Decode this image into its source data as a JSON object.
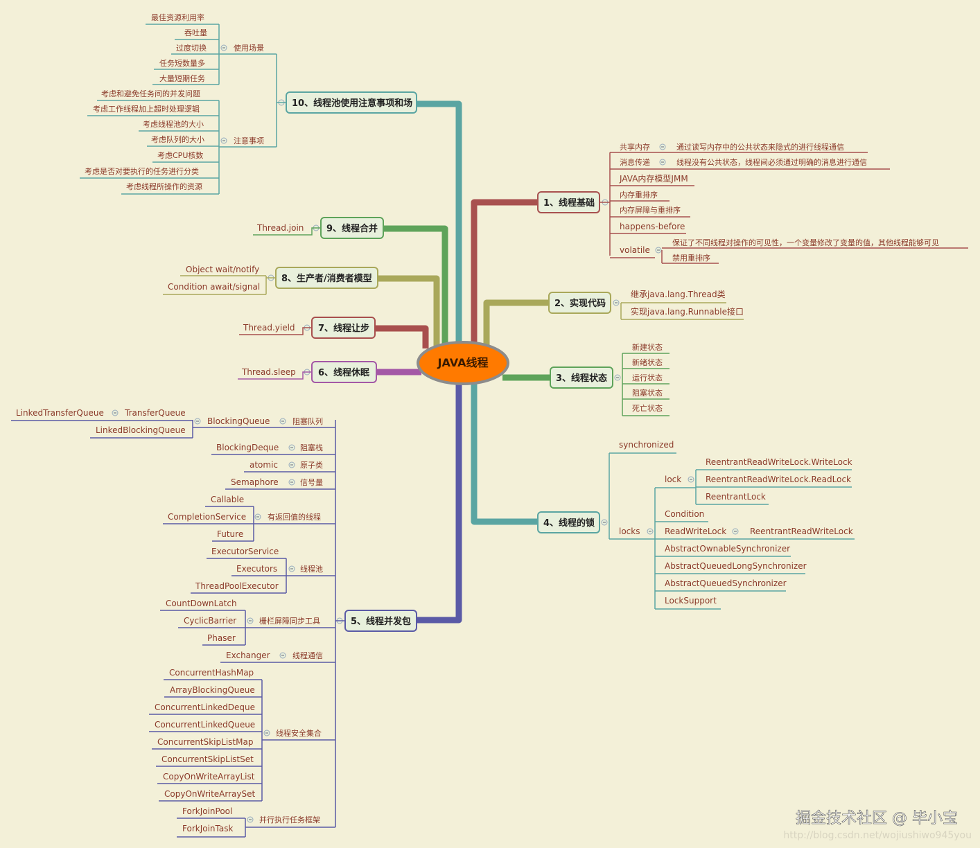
{
  "root": {
    "label": "JAVA线程"
  },
  "topics": {
    "t1": {
      "label": "1、线程基础",
      "color": "#a8514f"
    },
    "t2": {
      "label": "2、实现代码",
      "color": "#a9a85a"
    },
    "t3": {
      "label": "3、线程状态",
      "color": "#5ea35a"
    },
    "t4": {
      "label": "4、线程的锁",
      "color": "#5aa5a2"
    },
    "t5": {
      "label": "5、线程并发包",
      "color": "#5a5aa6"
    },
    "t6": {
      "label": "6、线程休眠",
      "color": "#a458a6"
    },
    "t7": {
      "label": "7、线程让步",
      "color": "#a84f4d"
    },
    "t8": {
      "label": "8、生产者/消费者模型",
      "color": "#a9a85a"
    },
    "t9": {
      "label": "9、线程合并",
      "color": "#5ea35a"
    },
    "t10": {
      "label": "10、线程池使用注意事项和场",
      "color": "#5aa5a2"
    }
  },
  "nodes": {
    "shared_mem": "共享内存",
    "shared_mem_desc": "通过读写内存中的公共状态来隐式的进行线程通信",
    "msg": "消息传递",
    "msg_desc": "线程没有公共状态，线程间必须通过明确的消息进行通信",
    "jmm": "JAVA内存模型JMM",
    "reorder": "内存重排序",
    "barrier": "内存屏障与重排序",
    "hb": "happens-before",
    "volatile": "volatile",
    "vol_desc": "保证了不同线程对操作的可见性，一个变量修改了变量的值，其他线程能够可见",
    "vol_reorder": "禁用重排序",
    "impl_thread": "继承java.lang.Thread类",
    "impl_runnable": "实现java.lang.Runnable接口",
    "st_new": "新建状态",
    "st_ready": "新绪状态",
    "st_run": "运行状态",
    "st_block": "阻塞状态",
    "st_dead": "死亡状态",
    "sync": "synchronized",
    "lock": "lock",
    "rrwl_write": "ReentrantReadWriteLock.WriteLock",
    "rrwl_read": "ReentrantReadWriteLock.ReadLock",
    "reentrant": "ReentrantLock",
    "locks": "locks",
    "condition": "Condition",
    "rwlock": "ReadWriteLock",
    "rrwl": "ReentrantReadWriteLock",
    "aos": "AbstractOwnableSynchronizer",
    "aqls": "AbstractQueuedLongSynchronizer",
    "aqs": "AbstractQueuedSynchronizer",
    "locksupport": "LockSupport",
    "block_queue": "阻塞队列",
    "blockingqueue": "BlockingQueue",
    "transferqueue": "TransferQueue",
    "ltq": "LinkedTransferQueue",
    "lbq": "LinkedBlockingQueue",
    "block_stack": "阻塞栈",
    "blockingdeque": "BlockingDeque",
    "atomic_cn": "原子类",
    "atomic": "atomic",
    "sem_cn": "信号量",
    "semaphore": "Semaphore",
    "ret_thread": "有返回值的线程",
    "callable": "Callable",
    "completion": "CompletionService",
    "future": "Future",
    "pool_cn": "线程池",
    "executorservice": "ExecutorService",
    "executors": "Executors",
    "tpe": "ThreadPoolExecutor",
    "fence_cn": "栅栏屏障同步工具",
    "cdl": "CountDownLatch",
    "cb": "CyclicBarrier",
    "phaser": "Phaser",
    "comm_cn": "线程通信",
    "exchanger": "Exchanger",
    "safe_cn": "线程安全集合",
    "chm": "ConcurrentHashMap",
    "abq": "ArrayBlockingQueue",
    "cld": "ConcurrentLinkedDeque",
    "clq": "ConcurrentLinkedQueue",
    "cslm": "ConcurrentSkipListMap",
    "csls": "ConcurrentSkipListSet",
    "cowal": "CopyOnWriteArrayList",
    "cowas": "CopyOnWriteArraySet",
    "fj_cn": "并行执行任务框架",
    "fjp": "ForkJoinPool",
    "fjt": "ForkJoinTask",
    "sleep": "Thread.sleep",
    "yield": "Thread.yield",
    "wait_notify": "Object wait/notify",
    "await_signal": "Condition await/signal",
    "join": "Thread.join",
    "scene": "使用场景",
    "s1": "最佳资源利用率",
    "s2": "吞吐量",
    "s3": "过度切换",
    "s4": "任务短数量多",
    "s5": "大量短期任务",
    "notes": "注意事项",
    "n1": "考虑和避免任务间的并发问题",
    "n2": "考虑工作线程加上超时处理逻辑",
    "n3": "考虑线程池的大小",
    "n4": "考虑队列的大小",
    "n5": "考虑CPU核数",
    "n6": "考虑是否对要执行的任务进行分类",
    "n7": "考虑线程所操作的资源"
  },
  "watermark": {
    "brand": "掘金技术社区 @ 毕小宝",
    "url": "http://blog.csdn.net/wojiushiwo945you"
  }
}
